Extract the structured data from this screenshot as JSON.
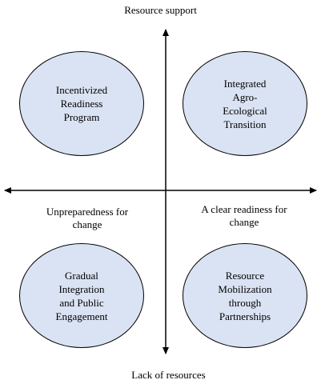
{
  "axes": {
    "top": "Resource support",
    "bottom": "Lack of resources",
    "left": "Unpreparedness for\nchange",
    "right": "A clear readiness for\nchange"
  },
  "quadrants": {
    "top_left": "Incentivized\nReadiness\nProgram",
    "top_right": "Integrated\nAgro-\nEcological\nTransition",
    "bottom_left": "Gradual\nIntegration\nand Public\nEngagement",
    "bottom_right": "Resource\nMobilization\nthrough\nPartnerships"
  },
  "colors": {
    "ellipse_fill": "#dae3f3",
    "stroke": "#000000"
  }
}
